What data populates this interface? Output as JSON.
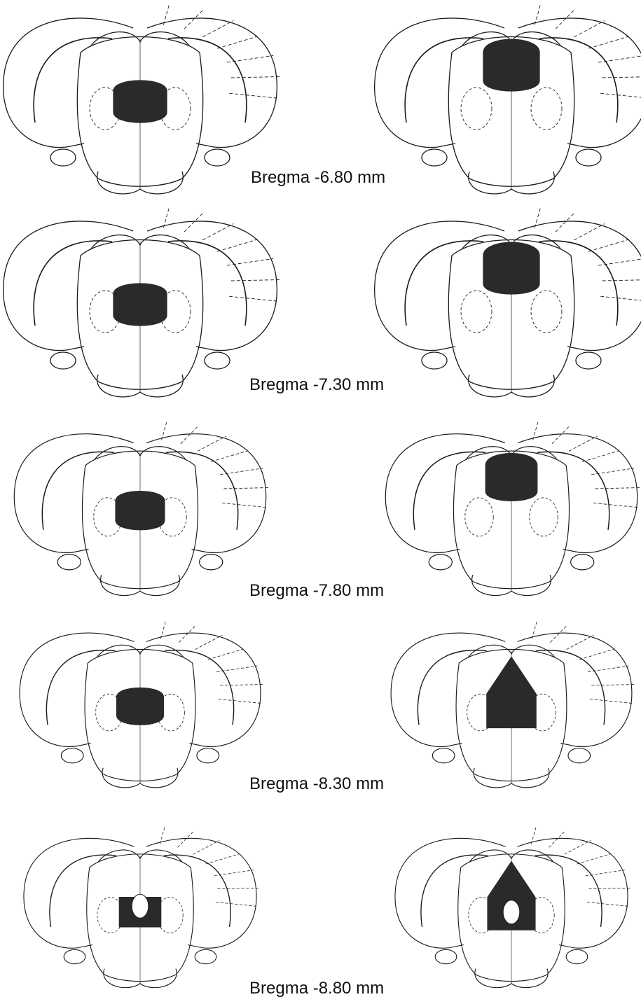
{
  "figure": {
    "rows": [
      {
        "bregma_label": "Bregma -6.80 mm"
      },
      {
        "bregma_label": "Bregma -7.30 mm"
      },
      {
        "bregma_label": "Bregma -7.80 mm"
      },
      {
        "bregma_label": "Bregma -8.30 mm"
      },
      {
        "bregma_label": "Bregma -8.80 mm"
      }
    ],
    "colors": {
      "outline": "#1a1a1a",
      "lesion": "#2a2a2a",
      "background": "#ffffff"
    }
  }
}
